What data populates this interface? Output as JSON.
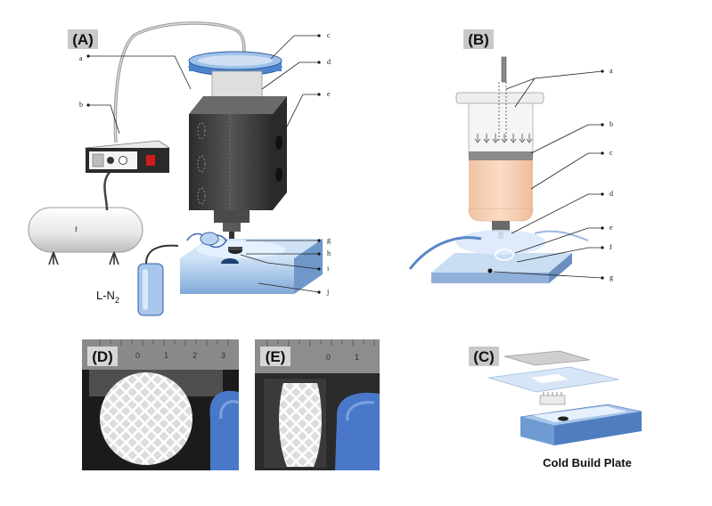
{
  "panels": {
    "a": {
      "label": "(A)",
      "callouts": [
        "a",
        "b",
        "c",
        "d",
        "e",
        "f",
        "g",
        "h",
        "i",
        "j"
      ],
      "ln2": "L-N",
      "ln2_sub": "2"
    },
    "b": {
      "label": "(B)",
      "callouts": [
        "a",
        "b",
        "c",
        "d",
        "e",
        "f",
        "g"
      ]
    },
    "c": {
      "label": "(C)",
      "caption": "Cold Build Plate"
    },
    "d": {
      "label": "(D)",
      "ruler_numbers": [
        "0",
        "1",
        "2",
        "3"
      ]
    },
    "e": {
      "label": "(E)",
      "ruler_numbers": [
        "0",
        "1"
      ]
    }
  },
  "colors": {
    "label_bg": "#c9c9c9",
    "plate_blue": "#a9c9ea",
    "block_dark": "#3b3b3b",
    "paste": "#f7cfb4",
    "glove_blue": "#4a78c8"
  }
}
